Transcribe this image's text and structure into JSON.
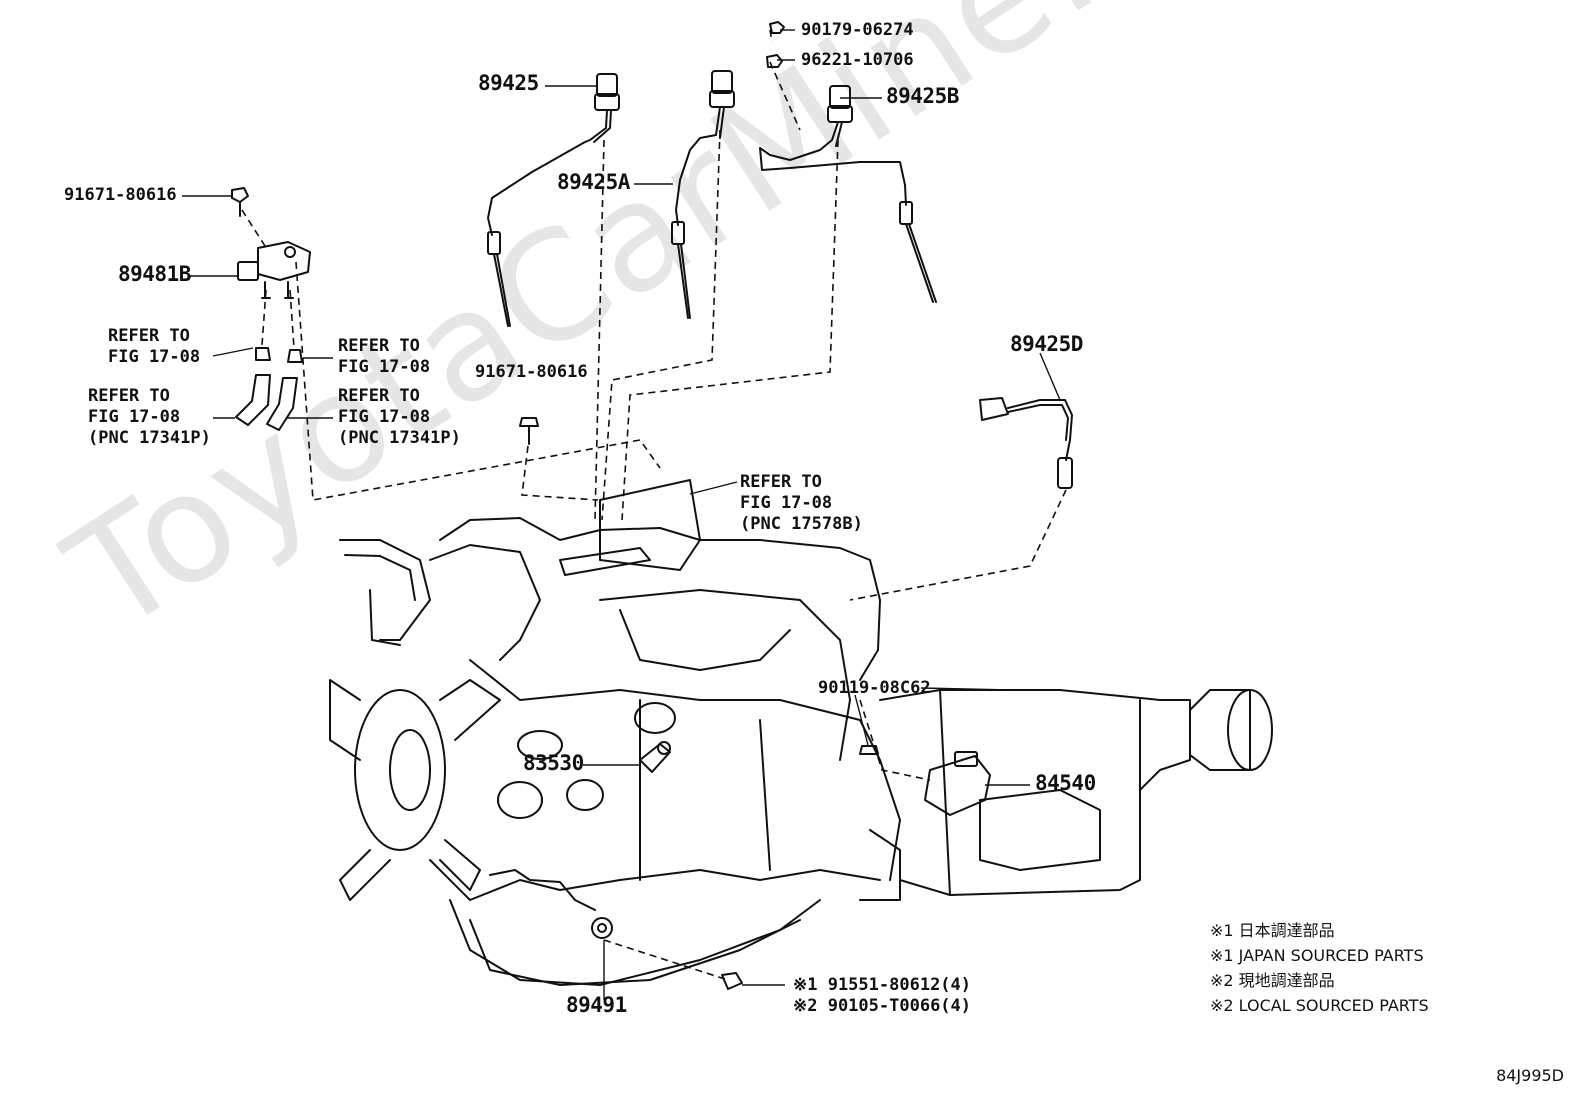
{
  "watermark": "ToyotaCarMine.ru",
  "diagram_id": "84J995D",
  "parts": {
    "p90179": "90179-06274",
    "p96221": "96221-10706",
    "p89425": "89425",
    "p89425A": "89425A",
    "p89425B": "89425B",
    "p91671_top": "91671-80616",
    "p89481B": "89481B",
    "p91671_mid": "91671-80616",
    "p89425D": "89425D",
    "p90119": "90119-08C62",
    "p83530": "83530",
    "p84540": "84540",
    "p89491": "89491",
    "p91551": "※1 91551-80612(4)",
    "p90105": "※2 90105-T0066(4)"
  },
  "refs": {
    "left1": [
      "REFER TO",
      "FIG 17-08"
    ],
    "right1": [
      "REFER TO",
      "FIG 17-08"
    ],
    "left2": [
      "REFER TO",
      "FIG 17-08",
      "(PNC 17341P)"
    ],
    "right2": [
      "REFER TO",
      "FIG 17-08",
      "(PNC 17341P)"
    ],
    "bracket": [
      "REFER TO",
      "FIG 17-08",
      "(PNC 17578B)"
    ]
  },
  "notes": [
    "※1 日本調達部品",
    "※1 JAPAN SOURCED PARTS",
    "※2 現地調達部品",
    "※2 LOCAL SOURCED PARTS"
  ]
}
